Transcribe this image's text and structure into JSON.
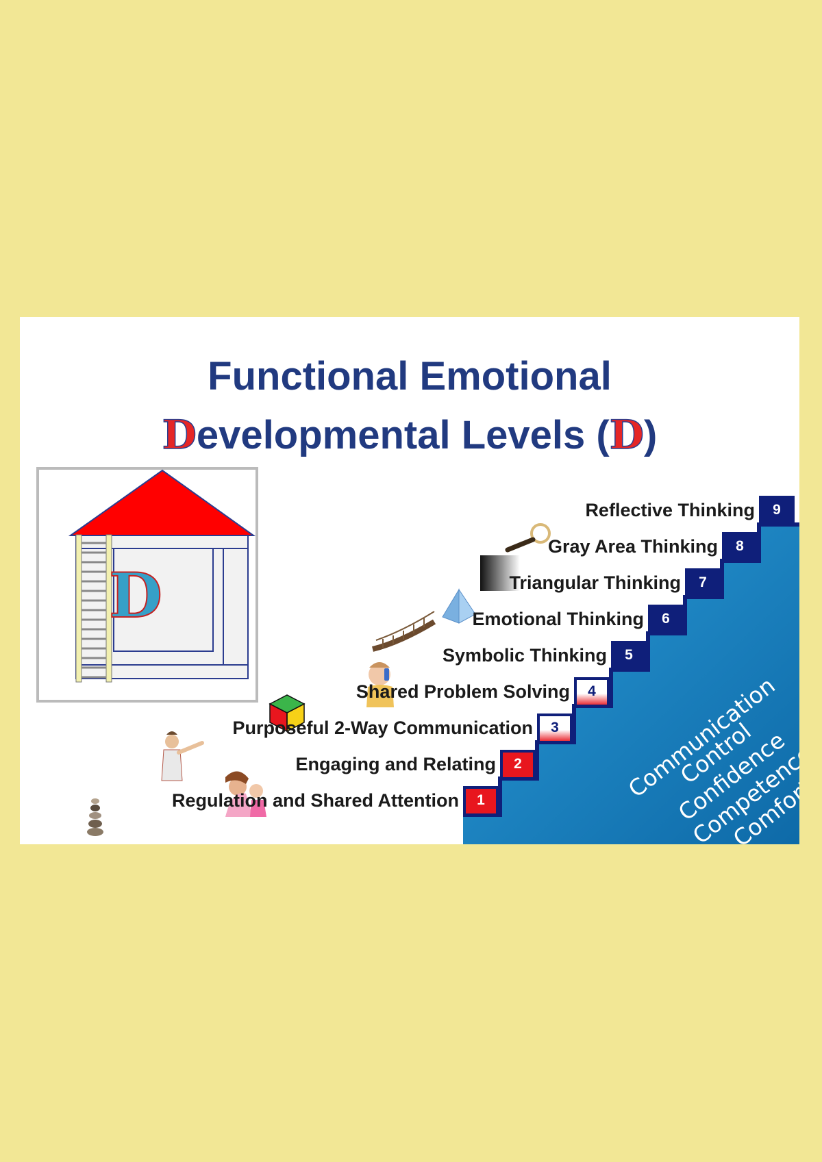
{
  "title": {
    "line1": "Functional Emotional",
    "line2_mark": "D",
    "line2_text": "evelopmental Levels (",
    "line2_mark_end": "D",
    "line2_close": ")"
  },
  "house": {
    "letter": "D",
    "colors": {
      "roof": "#ff0000",
      "walls": "#f2f2f2",
      "outline": "#2b3c8f",
      "ladder": "#f2f0b0"
    }
  },
  "levels": [
    {
      "num": "1",
      "label": "Regulation and Shared Attention",
      "icon": "stacked-stones-icon",
      "box_color": "#e8161e"
    },
    {
      "num": "2",
      "label": "Engaging and Relating",
      "icon": "mother-and-baby-icon",
      "box_color": "#e8161e"
    },
    {
      "num": "3",
      "label": "Purposeful 2-Way Communication",
      "icon": "pointing-child-icon",
      "box_color": "#ffffff"
    },
    {
      "num": "4",
      "label": "Shared Problem Solving",
      "icon": "rubiks-cube-icon",
      "box_color": "#ffffff"
    },
    {
      "num": "5",
      "label": "Symbolic Thinking",
      "icon": "baby-with-phone-icon",
      "box_color": "#0f1f7a"
    },
    {
      "num": "6",
      "label": "Emotional Thinking",
      "icon": "rope-bridge-icon",
      "box_color": "#0f1f7a"
    },
    {
      "num": "7",
      "label": "Triangular Thinking",
      "icon": "pyramid-icon",
      "box_color": "#0f1f7a"
    },
    {
      "num": "8",
      "label": "Gray Area Thinking",
      "icon": "gray-gradient-icon",
      "box_color": "#0f1f7a"
    },
    {
      "num": "9",
      "label": "Reflective Thinking",
      "icon": "magnifying-glass-icon",
      "box_color": "#0f1f7a"
    }
  ],
  "mottos": [
    "Communication",
    "Control",
    "Confidence",
    "Competence",
    "Comfort"
  ],
  "colors": {
    "background": "#f2e795",
    "title": "#213a80",
    "stairs_fill": "#1680bf",
    "stairs_edge": "#0f1f7a",
    "accent_red": "#e8161e"
  }
}
